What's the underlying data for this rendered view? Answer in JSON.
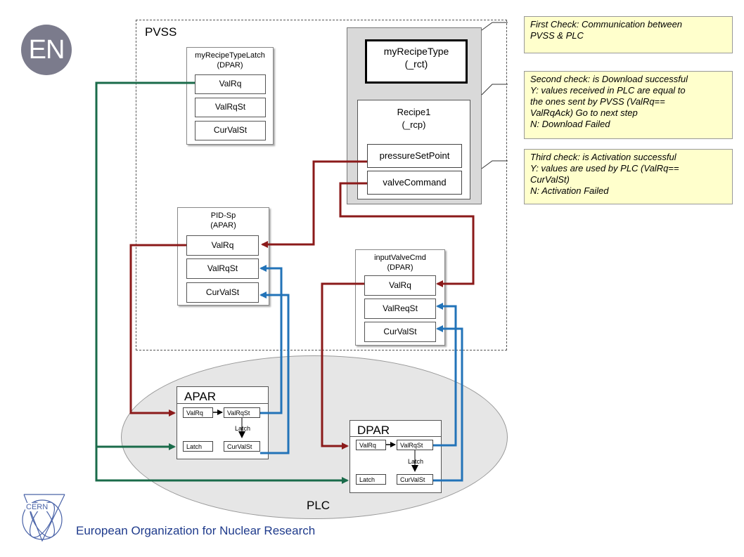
{
  "logo": {
    "text": "EN"
  },
  "pvss": {
    "label": "PVSS",
    "recipe_type": {
      "title": "myRecipeType",
      "subtitle": "(_rct)"
    },
    "recipe": {
      "title": "Recipe1",
      "subtitle": "(_rcp)",
      "params": [
        "pressureSetPoint",
        "valveCommand"
      ]
    },
    "latch_dp": {
      "title": "myRecipeTypeLatch",
      "type": "(DPAR)",
      "fields": [
        "ValRq",
        "ValRqSt",
        "CurValSt"
      ]
    },
    "pid_dp": {
      "title": "PID-Sp",
      "type": "(APAR)",
      "fields": [
        "ValRq",
        "ValRqSt",
        "CurValSt"
      ]
    },
    "valve_dp": {
      "title": "inputValveCmd",
      "type": "(DPAR)",
      "fields": [
        "ValRq",
        "ValReqSt",
        "CurValSt"
      ]
    }
  },
  "plc": {
    "label": "PLC",
    "apar": {
      "title": "APAR",
      "fields": [
        "ValRq",
        "ValRqSt",
        "Latch",
        "CurValSt"
      ],
      "latch_label": "Latch"
    },
    "dpar": {
      "title": "DPAR",
      "fields": [
        "ValRq",
        "ValRqSt",
        "Latch",
        "CurValSt"
      ],
      "latch_label": "Latch"
    }
  },
  "notes": [
    {
      "lines": [
        "First Check: Communication between",
        "PVSS & PLC"
      ]
    },
    {
      "lines": [
        "Second check: is Download successful",
        "Y: values received in PLC are equal to",
        "the ones sent by PVSS (ValRq==",
        "ValRqAck) Go to next step",
        "N: Download Failed"
      ]
    },
    {
      "lines": [
        "Third check: is Activation successful",
        "Y: values are used by PLC (ValRq==",
        "CurValSt)",
        "N: Activation Failed"
      ]
    }
  ],
  "footer": {
    "text": "European Organization for Nuclear Research"
  },
  "cern_logo": {
    "text": "CERN"
  },
  "colors": {
    "red_wire": "#8b1a1a",
    "blue_wire": "#2273b8",
    "green_wire": "#1a6b4a",
    "note_bg": "#ffffcc",
    "ellipse_bg": "#e6e6e6"
  }
}
